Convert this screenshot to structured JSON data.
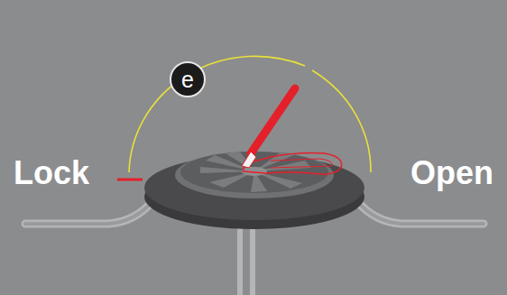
{
  "diagram": {
    "nodes": [
      {
        "text": [
          "e"
        ]
      }
    ],
    "labels": [
      "Lock",
      "Open"
    ]
  }
}
